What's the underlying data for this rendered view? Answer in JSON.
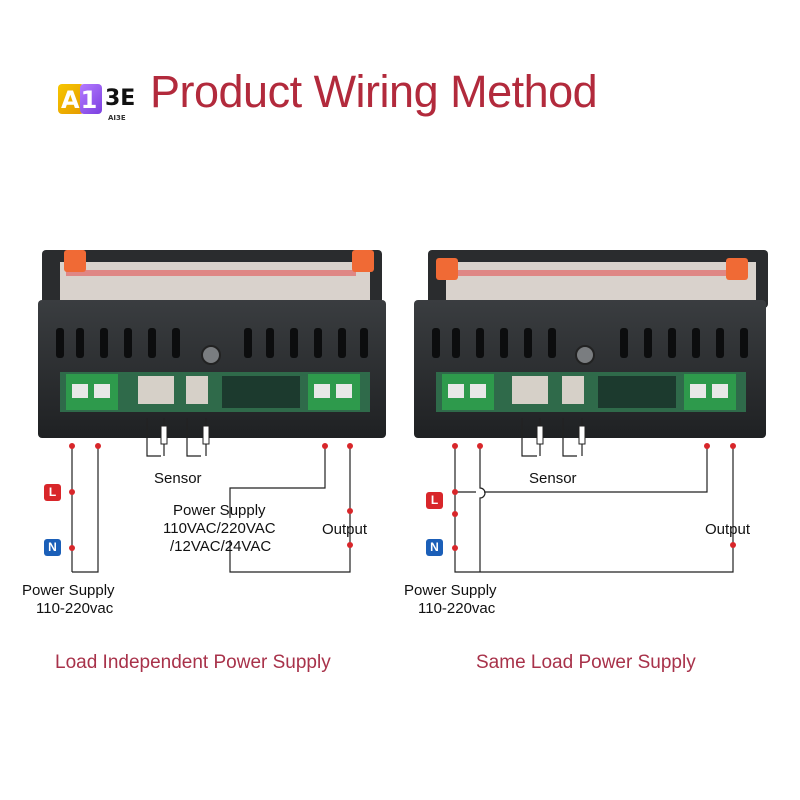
{
  "logo": {
    "main": "A1",
    "suffix": "3E",
    "small": "AI3E"
  },
  "title": "Product Wiring Method",
  "colors": {
    "title": "#b22a3c",
    "caption": "#a8324a",
    "live": "#d8262a",
    "neutral": "#1b5fb8",
    "wire_dot": "#d8262a"
  },
  "left": {
    "sensor_label": "Sensor",
    "controller_supply_label": "Power Supply",
    "controller_supply_voltages_1": "110VAC/220VAC",
    "controller_supply_voltages_2": "/12VAC/24VAC",
    "output_label": "Output",
    "badge_live": "L",
    "badge_neutral": "N",
    "power_label": "Power Supply",
    "power_voltage": "110-220vac",
    "caption": "Load Independent Power Supply"
  },
  "right": {
    "sensor_label": "Sensor",
    "output_label": "Output",
    "badge_live": "L",
    "badge_neutral": "N",
    "power_label": "Power Supply",
    "power_voltage": "110-220vac",
    "caption": "Same Load Power Supply"
  }
}
